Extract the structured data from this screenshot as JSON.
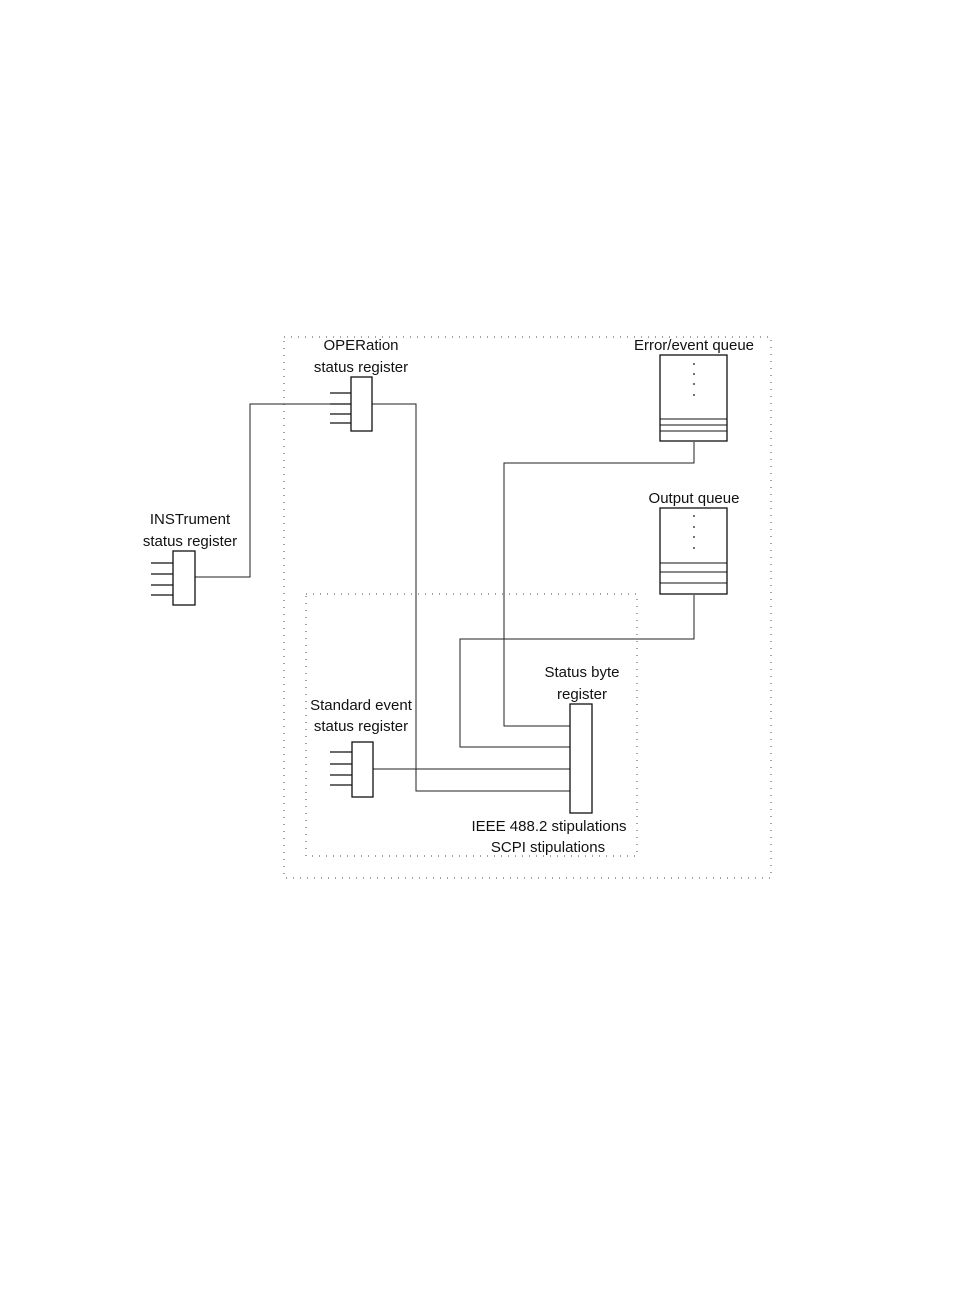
{
  "diagram": {
    "boundaries": {
      "scpi": "SCPI stipulations",
      "ieee": "IEEE 488.2 stipulations"
    },
    "registers": {
      "operation": {
        "line1": "OPERation",
        "line2": "status register"
      },
      "instrument": {
        "line1": "INSTrument",
        "line2": "status register"
      },
      "standard_event": {
        "line1": "Standard event",
        "line2": "status register"
      },
      "status_byte": {
        "line1": "Status byte",
        "line2": "register"
      }
    },
    "queues": {
      "error_event": {
        "label": "Error/event queue"
      },
      "output": {
        "label": "Output queue"
      }
    }
  }
}
